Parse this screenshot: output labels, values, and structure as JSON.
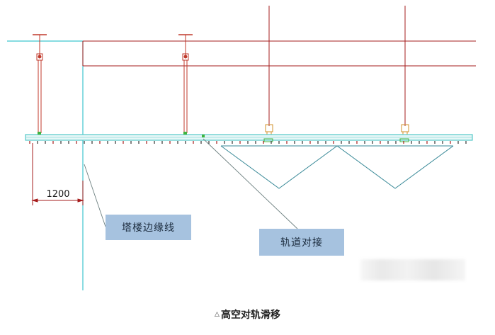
{
  "diagram": {
    "dimension_label": "1200",
    "callouts": {
      "tower_edge": "塔楼边缘线",
      "track_joint": "轨道对接"
    }
  },
  "caption": {
    "icon": "triangle-icon",
    "icon_glyph": "△",
    "text": "高空对轨滑移"
  },
  "colors": {
    "structure_red": "#a61c1c",
    "track_cyan": "#55c9c9",
    "truss_teal": "#3a8a98",
    "callout_fill": "#a6c2df",
    "leader_gray": "#7a8a8a"
  }
}
